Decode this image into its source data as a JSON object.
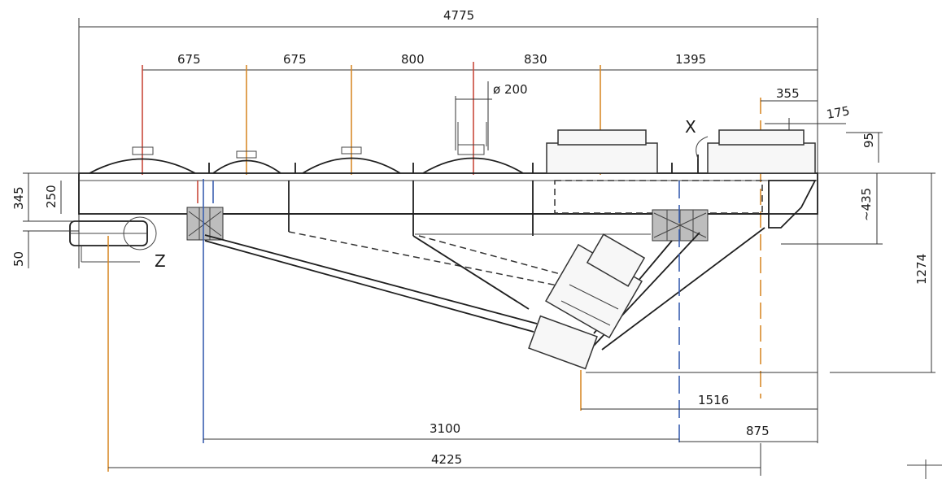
{
  "dimensions": {
    "overall_length": "4775",
    "seg1": "675",
    "seg2": "675",
    "seg3": "800",
    "seg4": "830",
    "seg5": "1395",
    "diameter": "ø 200",
    "d355": "355",
    "d175": "175",
    "d95": "95",
    "d435": "~435",
    "d345": "345",
    "d250": "250",
    "d50": "50",
    "d1274": "1274",
    "d1516": "1516",
    "d3100": "3100",
    "d875": "875",
    "d4225": "4225"
  },
  "labels": {
    "detail_x": "X",
    "detail_z": "Z"
  },
  "colors": {
    "orange": "#d88a2a",
    "red": "#c94a3c",
    "blue": "#3a5fb0",
    "black": "#1f1f1f"
  }
}
